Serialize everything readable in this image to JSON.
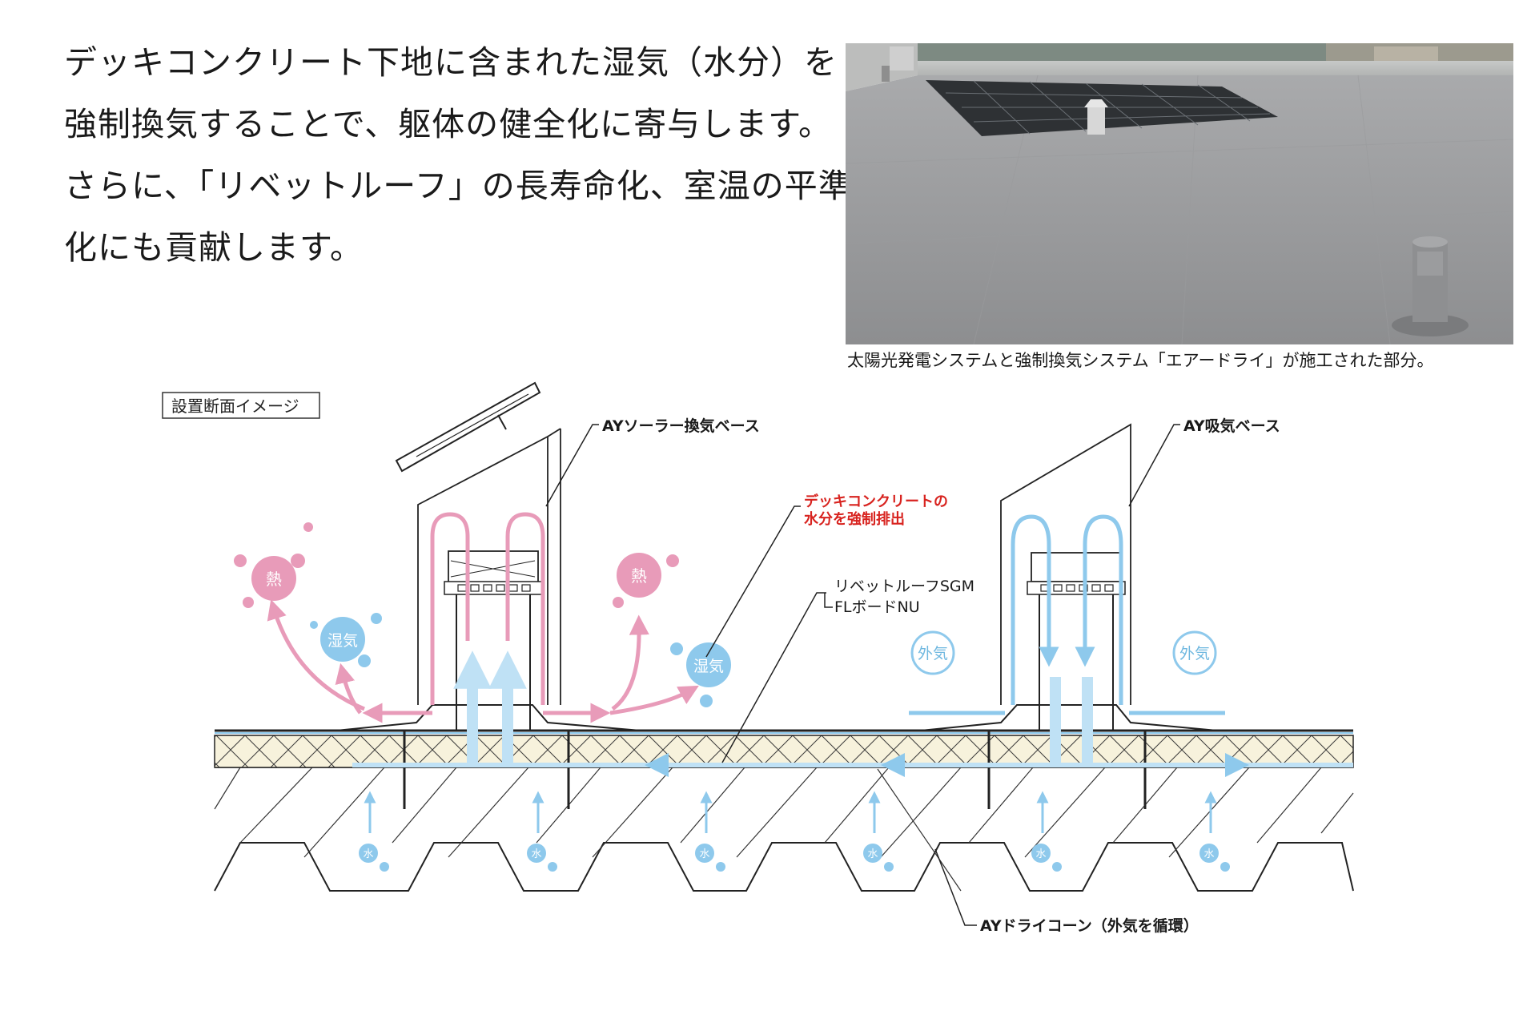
{
  "intro_text": {
    "lines": [
      "デッキコンクリート下地に含まれた湿気（水分）を",
      "強制換気することで、躯体の健全化に寄与します。",
      "さらに、「リベットルーフ」の長寿命化、室温の平準",
      "化にも貢献します。"
    ]
  },
  "photo": {
    "caption": "太陽光発電システムと強制換気システム「エアードライ」が施工された部分。"
  },
  "diagram": {
    "section_label": "設置断面イメージ",
    "labels": {
      "solar_base": "AYソーラー換気ベース",
      "intake_base": "AY吸気ベース",
      "forced_exhaust_line1": "デッキコンクリートの",
      "forced_exhaust_line2": "水分を強制排出",
      "membrane": "リベットルーフSGM",
      "board": "FLボードNU",
      "dry_cone": "AYドライコーン（外気を循環）"
    },
    "bubbles": {
      "heat": "熱",
      "humidity": "湿気",
      "outside_air": "外気",
      "water": "水"
    },
    "colors": {
      "pink": "#e89bb9",
      "blue": "#8ec9ec",
      "red_label": "#d8231f",
      "insulation": "#f7f2dc"
    }
  }
}
